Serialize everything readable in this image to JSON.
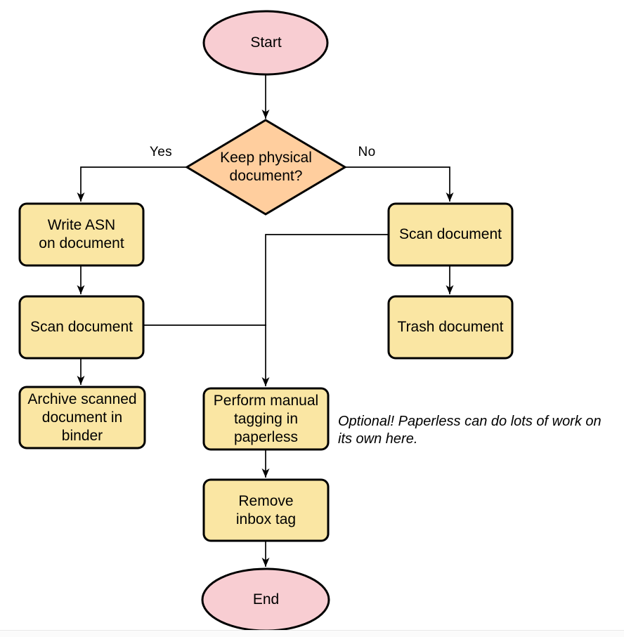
{
  "palette": {
    "terminal_fill": "#f8cdd2",
    "decision_fill": "#ffce9e",
    "process_fill": "#fae6a3",
    "stroke": "#000000",
    "background": "#ffffff",
    "footer_divider": "#e8e8e8"
  },
  "flowchart": {
    "nodes": {
      "start": {
        "type": "terminal",
        "label": "Start"
      },
      "decision": {
        "type": "decision",
        "label": "Keep physical\ndocument?"
      },
      "write_asn": {
        "type": "process",
        "label": "Write ASN\non document"
      },
      "scan_left": {
        "type": "process",
        "label": "Scan document"
      },
      "archive": {
        "type": "process",
        "label": "Archive scanned\ndocument in\nbinder"
      },
      "scan_right": {
        "type": "process",
        "label": "Scan document"
      },
      "trash": {
        "type": "process",
        "label": "Trash document"
      },
      "tagging": {
        "type": "process",
        "label": "Perform manual\ntagging in\npaperless"
      },
      "remove_tag": {
        "type": "process",
        "label": "Remove\ninbox tag"
      },
      "end": {
        "type": "terminal",
        "label": "End"
      }
    },
    "edge_labels": {
      "yes": "Yes",
      "no": "No"
    },
    "edges": [
      {
        "from": "start",
        "to": "decision",
        "label": ""
      },
      {
        "from": "decision",
        "to": "write_asn",
        "label": "Yes"
      },
      {
        "from": "decision",
        "to": "scan_right",
        "label": "No"
      },
      {
        "from": "write_asn",
        "to": "scan_left",
        "label": ""
      },
      {
        "from": "scan_left",
        "to": "archive",
        "label": ""
      },
      {
        "from": "scan_right",
        "to": "trash",
        "label": ""
      },
      {
        "from": "scan_right",
        "to": "tagging",
        "label": ""
      },
      {
        "from": "scan_left",
        "to": "tagging",
        "label": ""
      },
      {
        "from": "tagging",
        "to": "remove_tag",
        "label": ""
      },
      {
        "from": "remove_tag",
        "to": "end",
        "label": ""
      }
    ],
    "note": "Optional! Paperless can do lots of work on\nits own here."
  }
}
